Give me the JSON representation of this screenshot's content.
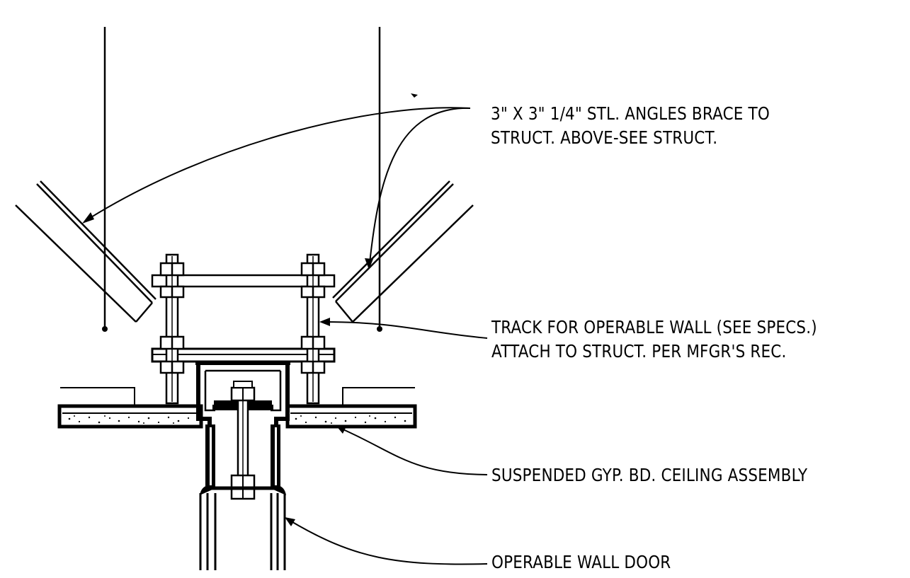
{
  "notes": {
    "angles": {
      "line1": "3\" X 3\" 1/4\" STL. ANGLES BRACE TO",
      "line2": "STRUCT. ABOVE-SEE STRUCT."
    },
    "track": {
      "line1": "TRACK FOR OPERABLE WALL (SEE SPECS.)",
      "line2": "ATTACH TO STRUCT. PER MFGR'S REC."
    },
    "ceiling": {
      "line1": "SUSPENDED GYP. BD. CEILING ASSEMBLY"
    },
    "door": {
      "line1": "OPERABLE WALL DOOR"
    }
  }
}
